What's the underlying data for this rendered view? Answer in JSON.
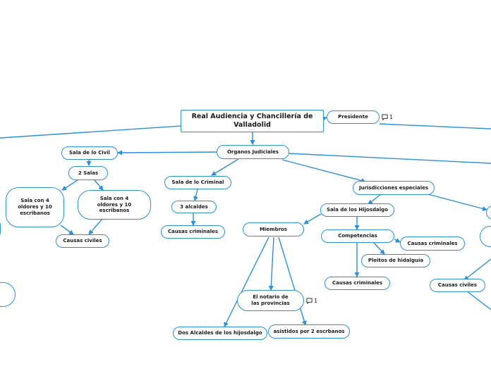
{
  "colors": {
    "line": "#2d8fd5",
    "text": "#1a1a1a",
    "background": "#ffffff"
  },
  "nodes": {
    "root": "Real Audiencia y Chancillería de Valladolid",
    "presidente": "Presidente",
    "organos": "Órganos Judiciales",
    "sala_civil": "Sala de lo Civil",
    "dos_salas": "2 Salas",
    "sala_oidores_a": "Sala con 4\noldores  y 10\nescribanos",
    "sala_oidores_b": "Sala con 4\noldores  y 10\nescribanos",
    "causas_civiles_left": "Causas civiles",
    "sala_criminal": "Sala de lo Criminal",
    "tres_alcaldes": "3 alcaldes",
    "causas_criminales_mid": "Causas criminales",
    "jurisdicciones": "Jurisdicciones especiales",
    "sala_hijosdalgo": "Sala de los Hijosdalgo",
    "miembros": "Miembros",
    "competencias": "Competencias",
    "causas_criminales_right": "Causas criminales",
    "pleitos": "Pleitos de hidalguía",
    "causas_criminales_low": "Causas criminales",
    "notario": "El notario de\nlas provincias",
    "dos_alcaldes": "Dos Alcaldes de los hijosdalgo",
    "asistidos": "asistidos por 2 escrbanos",
    "causas_civiles_right": "Causas civiles"
  },
  "comments": {
    "presidente_count": "1",
    "notario_count": "1"
  }
}
